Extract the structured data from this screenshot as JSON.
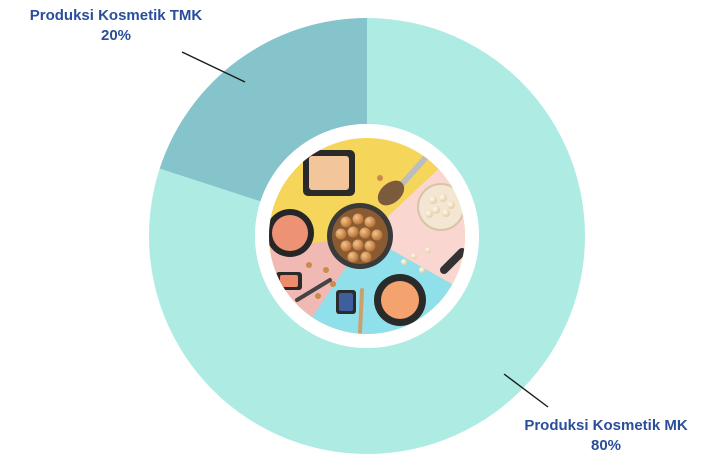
{
  "chart_data": {
    "type": "pie",
    "variant": "donut",
    "title": "",
    "categories": [
      "Produksi Kosmetik MK",
      "Produksi Kosmetik TMK"
    ],
    "values": [
      80,
      20
    ],
    "value_unit": "%",
    "labels": [
      {
        "name": "Produksi Kosmetik MK",
        "percent": "80%"
      },
      {
        "name": "Produksi Kosmetik TMK",
        "percent": "20%"
      }
    ],
    "colors": {
      "Produksi Kosmetik MK": "#aeece3",
      "Produksi Kosmetik TMK": "#86c4cb",
      "label_text": "#2a4e9a",
      "leader_line": "#1a1a1a",
      "center_ring": "#ffffff"
    },
    "center_image": "cosmetics-photo"
  }
}
